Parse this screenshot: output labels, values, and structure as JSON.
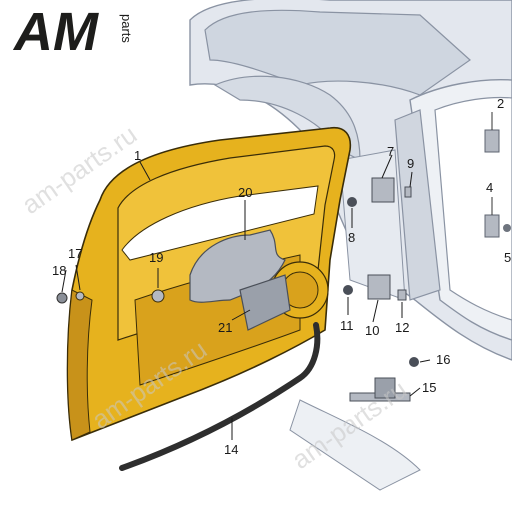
{
  "logo": {
    "main": "AM",
    "sub": "parts"
  },
  "watermark": "am-parts.ru",
  "callouts": [
    {
      "id": "1",
      "label": "1"
    },
    {
      "id": "2",
      "label": "2"
    },
    {
      "id": "4",
      "label": "4"
    },
    {
      "id": "5",
      "label": "5"
    },
    {
      "id": "7",
      "label": "7"
    },
    {
      "id": "8",
      "label": "8"
    },
    {
      "id": "9",
      "label": "9"
    },
    {
      "id": "10",
      "label": "10"
    },
    {
      "id": "11",
      "label": "11"
    },
    {
      "id": "12",
      "label": "12"
    },
    {
      "id": "14",
      "label": "14"
    },
    {
      "id": "15",
      "label": "15"
    },
    {
      "id": "16",
      "label": "16"
    },
    {
      "id": "17",
      "label": "17"
    },
    {
      "id": "18",
      "label": "18"
    },
    {
      "id": "19",
      "label": "19"
    },
    {
      "id": "20",
      "label": "20"
    },
    {
      "id": "21",
      "label": "21"
    }
  ],
  "colors": {
    "door": "#e6b21e",
    "door_shade": "#c8921a",
    "car_body": "#d9dfe8",
    "car_line": "#8a93a3",
    "parts_grey": "#b4b9c2",
    "seal": "#2e2e2e"
  }
}
